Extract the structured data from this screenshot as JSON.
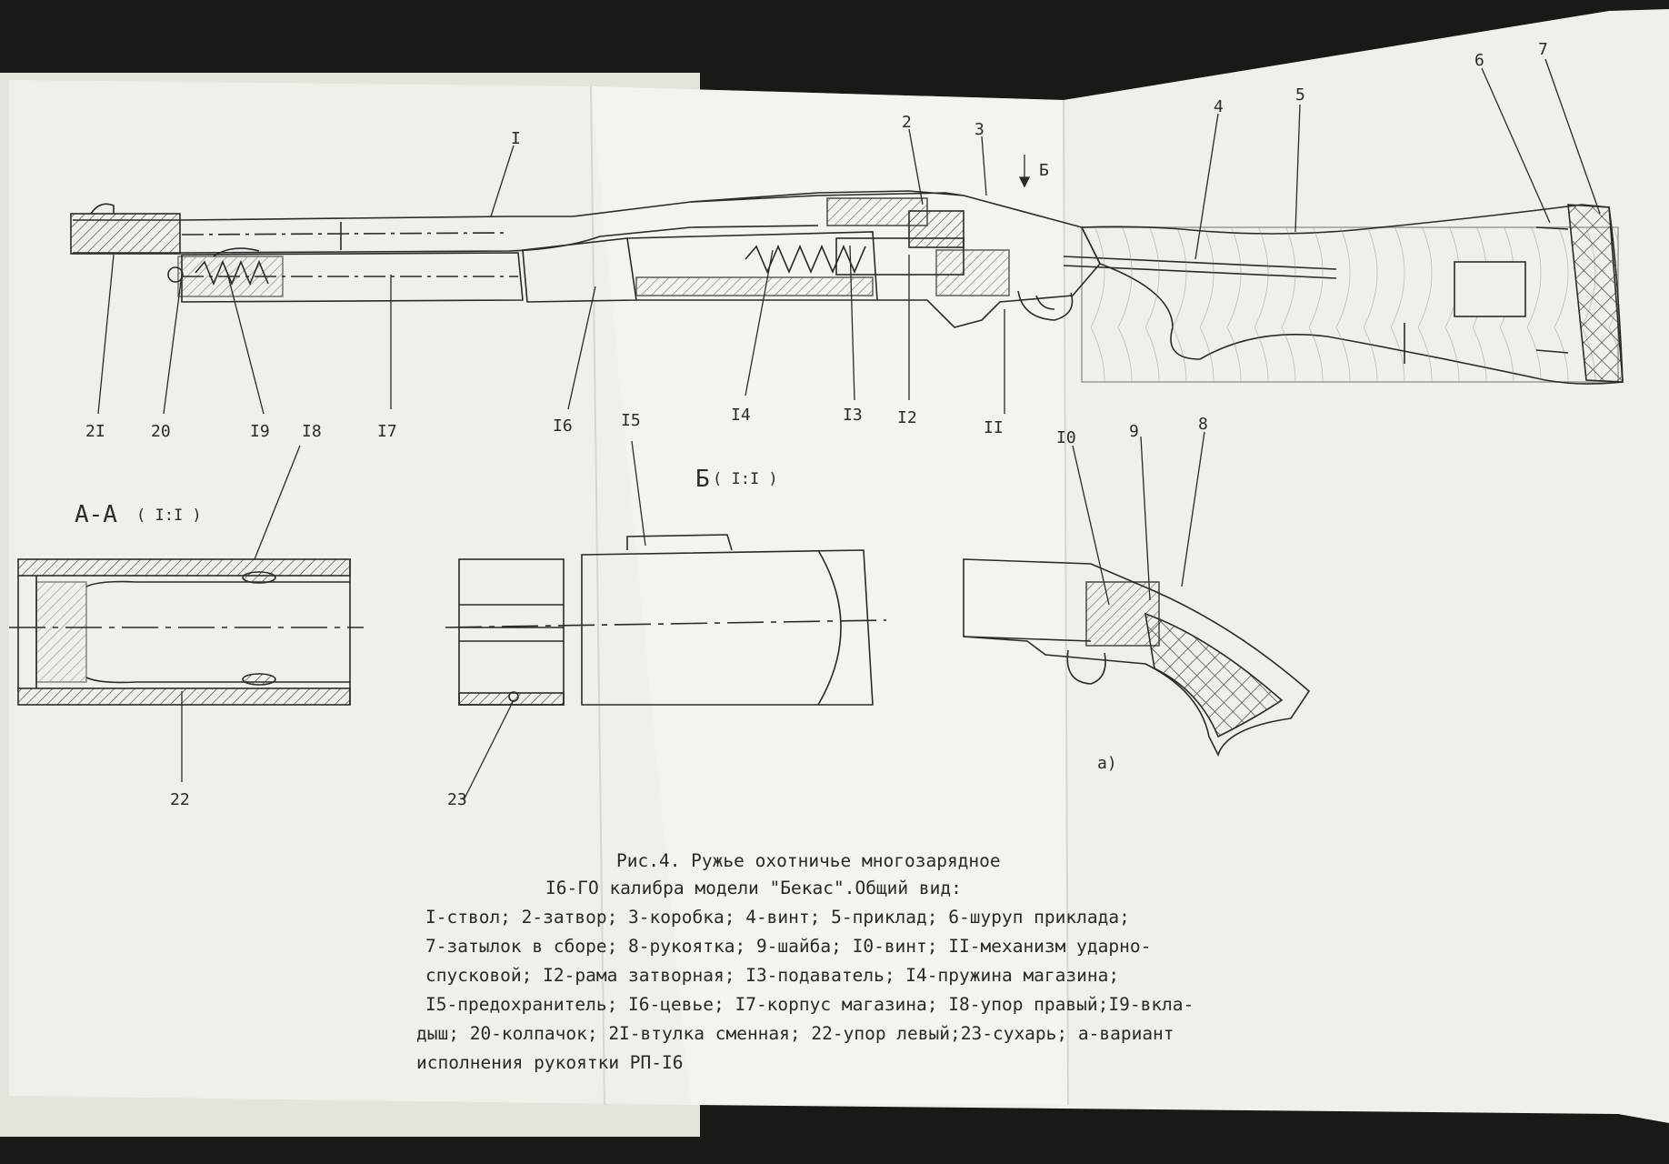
{
  "diagram": {
    "part_numbers": {
      "p1": "I",
      "p2": "2",
      "p3": "3",
      "p4": "4",
      "p5": "5",
      "p6": "6",
      "p7": "7",
      "p8": "8",
      "p9": "9",
      "p10": "I0",
      "p11": "II",
      "p12": "I2",
      "p13": "I3",
      "p14": "I4",
      "p15": "I5",
      "p16": "I6",
      "p17": "I7",
      "p18": "I8",
      "p19": "I9",
      "p20": "20",
      "p21": "2I",
      "p22": "22",
      "p23": "23"
    },
    "view_arrow_label": "Б",
    "section_aa": {
      "title": "А-А",
      "scale": "( I:I )"
    },
    "section_b": {
      "title": "Б",
      "scale": "( I:I )"
    },
    "variant_label": "а)"
  },
  "caption": {
    "lines": [
      "Рис.4. Ружье охотничье многозарядное",
      "I6-ГО калибра модели \"Бекас\".Общий вид:",
      "I-ствол; 2-затвор; 3-коробка; 4-винт; 5-приклад; 6-шуруп приклада;",
      "7-затылок в сборе; 8-рукоятка; 9-шайба; I0-винт; II-механизм ударно-",
      "спусковой; I2-рама затворная; I3-подаватель; I4-пружина магазина;",
      "I5-предохранитель; I6-цевье; I7-корпус магазина; I8-упор правый;I9-вкла-",
      "дыш; 20-колпачок; 2I-втулка сменная; 22-упор левый;23-сухарь; а-вариант",
      "исполнения рукоятки РП-I6"
    ]
  },
  "colors": {
    "background": "#1b1816",
    "paper": "#f1efe9",
    "ink": "#2b2a28"
  }
}
